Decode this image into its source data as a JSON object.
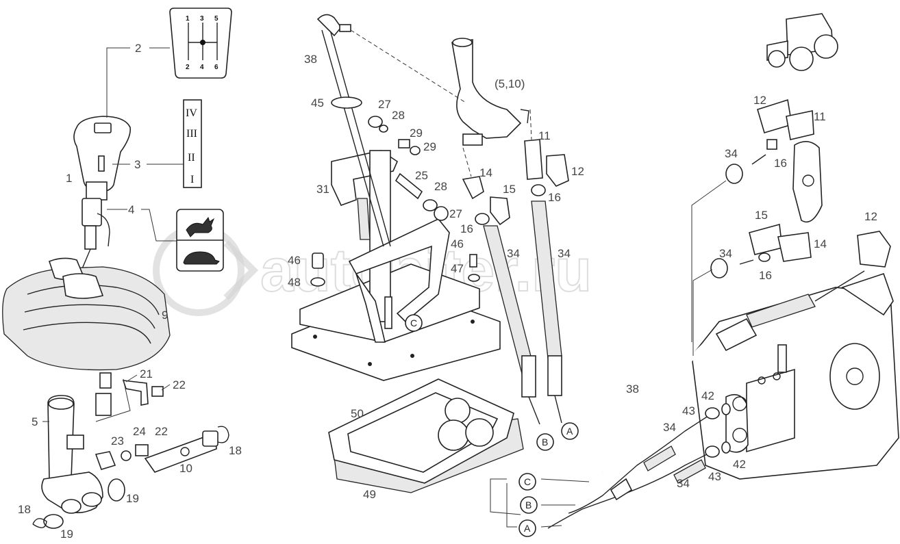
{
  "watermark": "autopiter.ru",
  "shift_pattern": {
    "top": [
      "1",
      "3",
      "5"
    ],
    "bottom": [
      "2",
      "4",
      "6"
    ]
  },
  "range_plate": [
    "IV",
    "III",
    "II",
    "I"
  ],
  "labels": {
    "l1": "1",
    "l2": "2",
    "l3": "3",
    "l4": "4",
    "l5": "5",
    "l9": "9",
    "l10": "10",
    "l18a": "18",
    "l18b": "18",
    "l19a": "19",
    "l19b": "19",
    "l21": "21",
    "l22a": "22",
    "l22b": "22",
    "l23": "23",
    "l24": "24",
    "l38a": "38",
    "l45": "45",
    "l27a": "27",
    "l28a": "28",
    "l29a": "29",
    "l29b": "29",
    "l31": "31",
    "l25": "25",
    "l28b": "28",
    "l27b": "27",
    "l46a": "46",
    "l48": "48",
    "l46b": "46",
    "l47": "47",
    "l510": "(5,10)",
    "l14a": "14",
    "l15a": "15",
    "l16a": "16",
    "l11a": "11",
    "l12a": "12",
    "l16b": "16",
    "l34a": "34",
    "l34b": "34",
    "l12b": "12",
    "l11b": "11",
    "l16c": "16",
    "l34c": "34",
    "l15b": "15",
    "l14b": "14",
    "l34d": "34",
    "l16d": "16",
    "l12c": "12",
    "l38b": "38",
    "l42a": "42",
    "l43a": "43",
    "l34e": "34",
    "l43b": "43",
    "l42b": "42",
    "l34f": "34",
    "l50": "50",
    "l49": "49"
  },
  "callouts": {
    "c_mid": "C",
    "b_mid": "B",
    "a_mid": "A",
    "c_low": "C",
    "b_low": "B",
    "a_low": "A"
  }
}
